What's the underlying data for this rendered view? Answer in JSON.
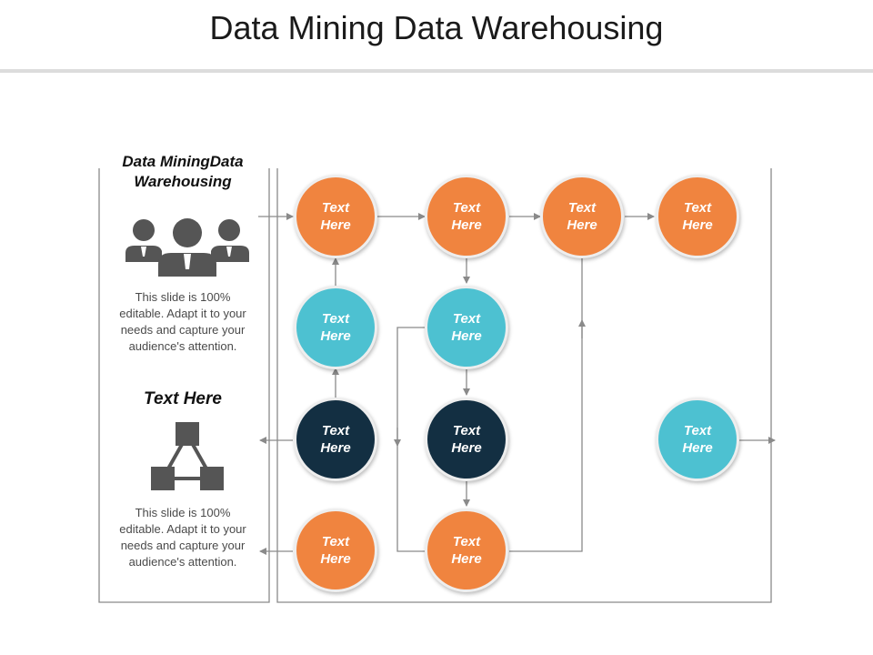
{
  "slide": {
    "title": "Data Mining Data Warehousing"
  },
  "left_panel": {
    "heading_1": "Data MiningData Warehousing",
    "icon_1": "people-group-icon",
    "description_1": "This slide is 100% editable. Adapt it to your needs and capture your audience's attention.",
    "heading_2": "Text Here",
    "icon_2": "network-diagram-icon",
    "description_2": "This slide is 100% editable. Adapt it to your needs and capture your audience's attention."
  },
  "colors": {
    "orange": "#f0843f",
    "teal": "#4dc1d1",
    "navy": "#132f42",
    "connector": "#8a8a8a",
    "icon_gray": "#555555"
  },
  "nodes": [
    {
      "id": "n1",
      "label": "Text Here",
      "color": "orange"
    },
    {
      "id": "n2",
      "label": "Text Here",
      "color": "orange"
    },
    {
      "id": "n3",
      "label": "Text Here",
      "color": "orange"
    },
    {
      "id": "n4",
      "label": "Text Here",
      "color": "orange"
    },
    {
      "id": "n5",
      "label": "Text Here",
      "color": "teal"
    },
    {
      "id": "n6",
      "label": "Text Here",
      "color": "teal"
    },
    {
      "id": "n7",
      "label": "Text Here",
      "color": "navy"
    },
    {
      "id": "n8",
      "label": "Text Here",
      "color": "navy"
    },
    {
      "id": "n9",
      "label": "Text Here",
      "color": "teal"
    },
    {
      "id": "n10",
      "label": "Text Here",
      "color": "orange"
    },
    {
      "id": "n11",
      "label": "Text Here",
      "color": "orange"
    }
  ]
}
